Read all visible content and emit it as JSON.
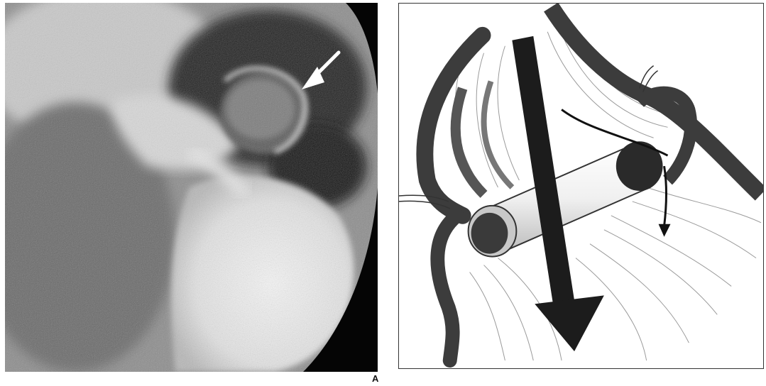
{
  "figure": {
    "panel_label": "A",
    "radiograph": {
      "icon": "barium-swallow-radiograph",
      "annotation_icon": "white-arrow-icon"
    },
    "illustration": {
      "icon": "hernia-cross-section-illustration",
      "annotation_icon": "black-arrow-icon"
    }
  }
}
